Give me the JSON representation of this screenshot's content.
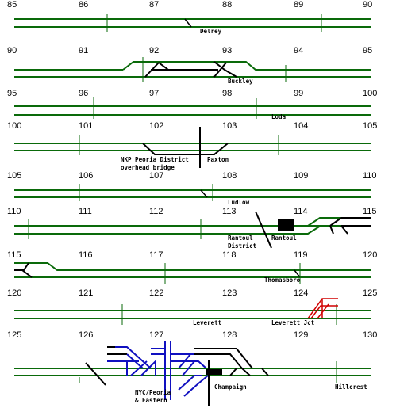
{
  "colors": {
    "track": "#0a6a0a",
    "other_railroad": "#000000",
    "nyc_peoria_eastern": "#1010c0",
    "leverett_jct_connection": "#d00000",
    "station_building": "#000000"
  },
  "strips": [
    {
      "mile_start": "85",
      "mile_ticks": [
        "86",
        "87",
        "88",
        "89"
      ],
      "mile_end": "90"
    },
    {
      "mile_start": "90",
      "mile_ticks": [
        "91",
        "92",
        "93",
        "94"
      ],
      "mile_end": "95"
    },
    {
      "mile_start": "95",
      "mile_ticks": [
        "96",
        "97",
        "98",
        "99"
      ],
      "mile_end": "100"
    },
    {
      "mile_start": "100",
      "mile_ticks": [
        "101",
        "102",
        "103",
        "104"
      ],
      "mile_end": "105"
    },
    {
      "mile_start": "105",
      "mile_ticks": [
        "106",
        "107",
        "108",
        "109"
      ],
      "mile_end": "110"
    },
    {
      "mile_start": "110",
      "mile_ticks": [
        "111",
        "112",
        "113",
        "114"
      ],
      "mile_end": "115"
    },
    {
      "mile_start": "115",
      "mile_ticks": [
        "116",
        "117",
        "118",
        "119"
      ],
      "mile_end": "120"
    },
    {
      "mile_start": "120",
      "mile_ticks": [
        "121",
        "122",
        "123",
        "124"
      ],
      "mile_end": "125"
    },
    {
      "mile_start": "125",
      "mile_ticks": [
        "126",
        "127",
        "128",
        "129"
      ],
      "mile_end": "130"
    }
  ],
  "stations": {
    "delrey": "Delrey",
    "buckley": "Buckley",
    "loda": "Loda",
    "nkp_line1": "NKP Peoria District",
    "nkp_line2": "overhead bridge",
    "paxton": "Paxton",
    "ludlow": "Ludlow",
    "rantoul_district_line1": "Rantoul",
    "rantoul_district_line2": "District",
    "rantoul": "Rantoul",
    "thomasboro": "Thomasboro",
    "leverett": "Leverett",
    "leverett_jct": "Leverett Jct",
    "nyc_line1": "NYC/Peoria",
    "nyc_line2": "& Eastern",
    "champaign": "Champaign",
    "hillcrest": "Hillcrest"
  }
}
